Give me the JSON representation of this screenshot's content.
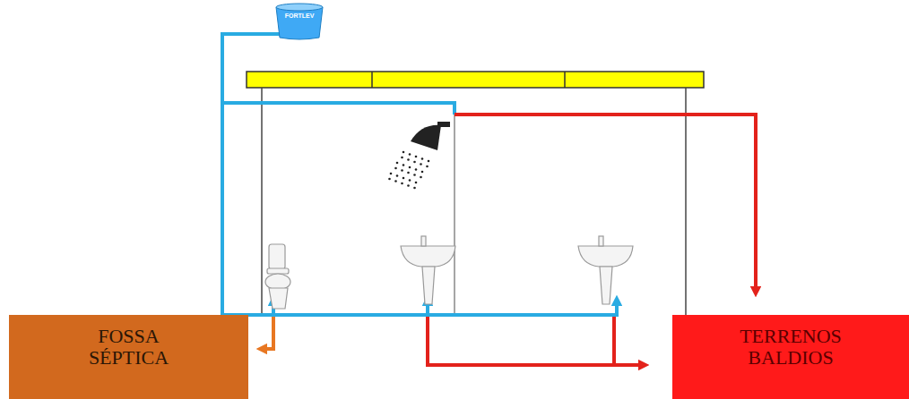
{
  "diagram": {
    "nodes": [
      {
        "text": [
          "FORTLEV"
        ]
      },
      {
        "text": [
          "FOSSA SÉPTICA"
        ]
      },
      {
        "text": [
          "TERRENOS BALDIOS"
        ]
      }
    ],
    "edges": []
  }
}
